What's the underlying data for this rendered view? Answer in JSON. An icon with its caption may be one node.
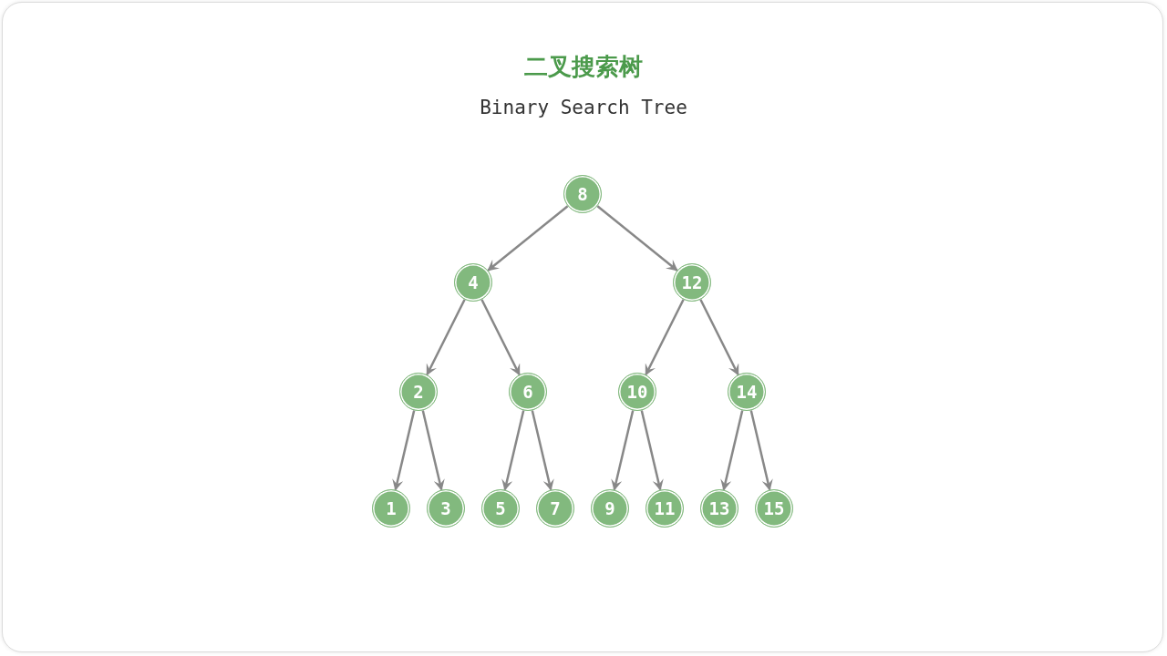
{
  "diagram": {
    "title": "二叉搜索树",
    "nodes": [
      {
        "text": [
          "8"
        ]
      },
      {
        "text": [
          "4"
        ]
      },
      {
        "text": [
          "12"
        ]
      },
      {
        "text": [
          "2"
        ]
      },
      {
        "text": [
          "6"
        ]
      },
      {
        "text": [
          "10"
        ]
      },
      {
        "text": [
          "14"
        ]
      },
      {
        "text": [
          "1"
        ]
      },
      {
        "text": [
          "3"
        ]
      },
      {
        "text": [
          "5"
        ]
      },
      {
        "text": [
          "7"
        ]
      },
      {
        "text": [
          "9"
        ]
      },
      {
        "text": [
          "11"
        ]
      },
      {
        "text": [
          "13"
        ]
      },
      {
        "text": [
          "15"
        ]
      }
    ],
    "edges": [
      {
        "from": 0,
        "to": 1,
        "arrow": "to"
      },
      {
        "from": 0,
        "to": 2,
        "arrow": "to"
      },
      {
        "from": 1,
        "to": 3,
        "arrow": "to"
      },
      {
        "from": 1,
        "to": 4,
        "arrow": "to"
      },
      {
        "from": 2,
        "to": 5,
        "arrow": "to"
      },
      {
        "from": 2,
        "to": 6,
        "arrow": "to"
      },
      {
        "from": 3,
        "to": 7,
        "arrow": "to"
      },
      {
        "from": 3,
        "to": 8,
        "arrow": "to"
      },
      {
        "from": 4,
        "to": 9,
        "arrow": "to"
      },
      {
        "from": 4,
        "to": 10,
        "arrow": "to"
      },
      {
        "from": 5,
        "to": 11,
        "arrow": "to"
      },
      {
        "from": 5,
        "to": 12,
        "arrow": "to"
      },
      {
        "from": 6,
        "to": 13,
        "arrow": "to"
      },
      {
        "from": 6,
        "to": 14,
        "arrow": "to"
      }
    ],
    "labels": [
      "Binary Search Tree"
    ]
  }
}
